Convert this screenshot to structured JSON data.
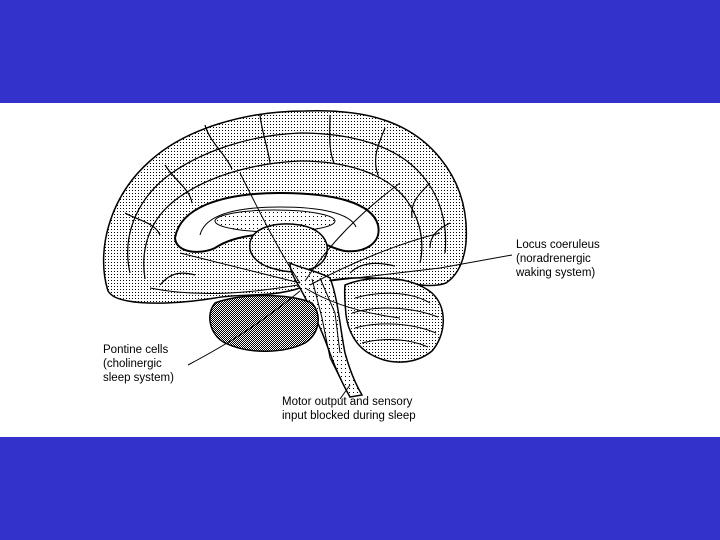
{
  "colors": {
    "background": "#3333cc",
    "figure_bg": "#ffffff",
    "ink": "#000000"
  },
  "labels": {
    "locus": "Locus coeruleus\n(noradrenergic\nwaking system)",
    "pontine": "Pontine cells\n(cholinergic\nsleep system)",
    "motor": "Motor output and sensory\ninput blocked during sleep"
  }
}
